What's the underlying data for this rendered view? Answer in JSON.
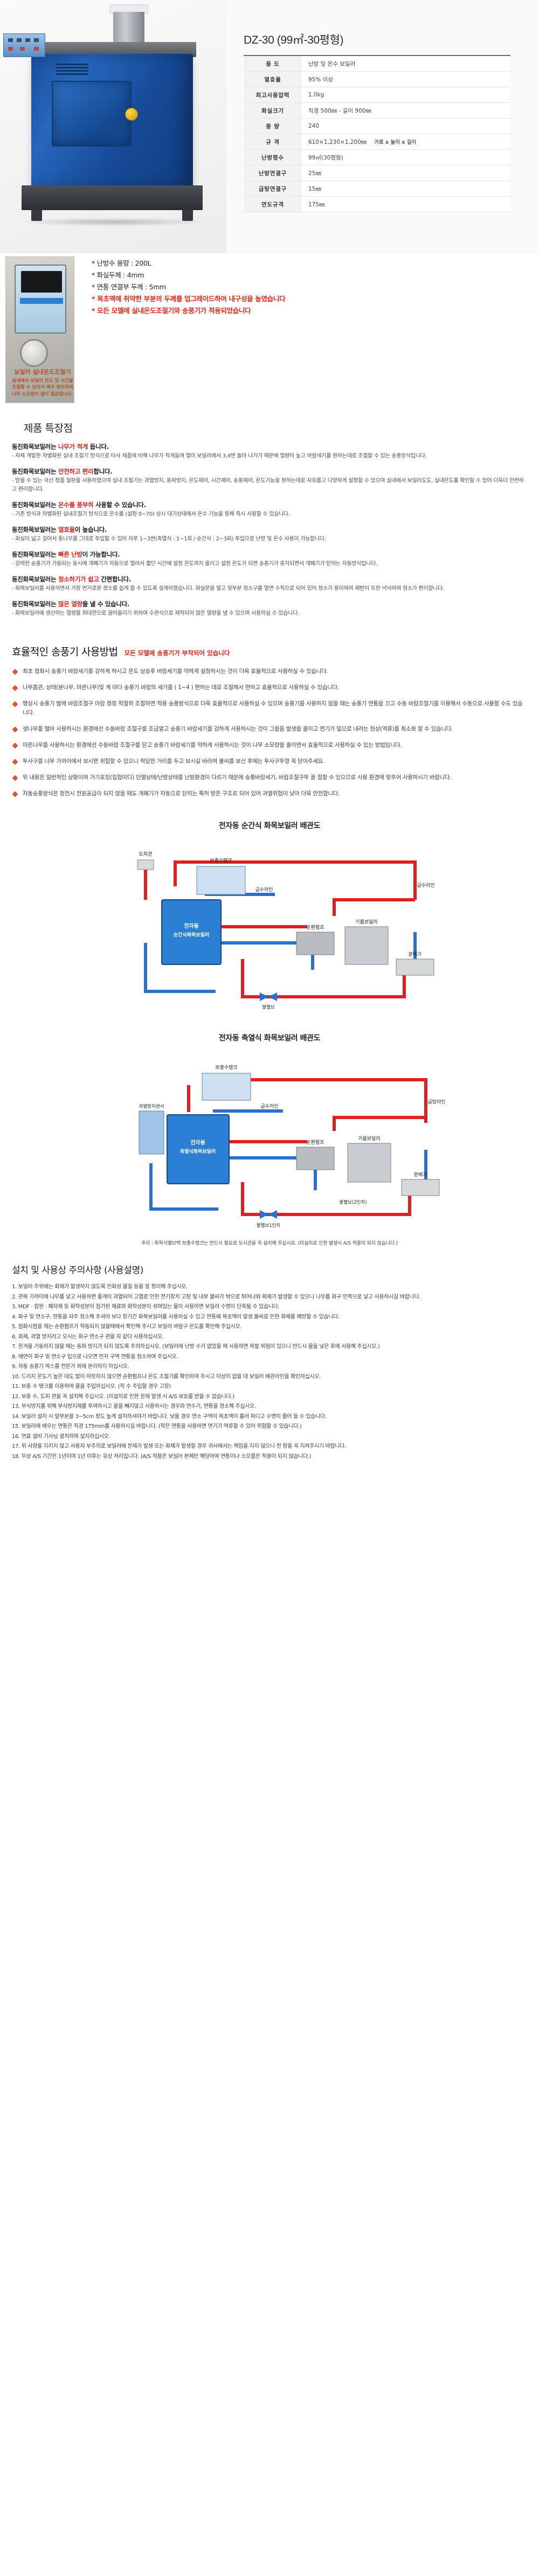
{
  "product": {
    "model_title": "DZ-30 (99㎡-30평형)",
    "spec_rows": [
      {
        "label": "용 도",
        "value": "난방 및 온수 보일러",
        "note": ""
      },
      {
        "label": "열효율",
        "value": "95% 이상",
        "note": ""
      },
      {
        "label": "최고사용압력",
        "value": "1.0kg",
        "note": ""
      },
      {
        "label": "화실크기",
        "value": "직경 500㎜ - 길이 900㎜",
        "note": ""
      },
      {
        "label": "중 량",
        "value": "240",
        "note": ""
      },
      {
        "label": "규 격",
        "value": "610×1,230×1,200㎜",
        "note": "가로 x 높이 x 깊이"
      },
      {
        "label": "난방평수",
        "value": "99㎡(30평형)",
        "note": ""
      },
      {
        "label": "난방연결구",
        "value": "25㎜",
        "note": ""
      },
      {
        "label": "급탕연결구",
        "value": "15㎜",
        "note": ""
      },
      {
        "label": "연도규격",
        "value": "175㎜",
        "note": ""
      }
    ]
  },
  "controller": {
    "caption_big": "보일러 실내온도조절기",
    "caption_rest": "실내에서 보일러 온도 및 시간을 조절할 수 있어서 매우 편리하며 나무 소모량이 많이 절감됩니다."
  },
  "bullets": [
    {
      "text": "* 난방수 용량 : 200L",
      "red": false
    },
    {
      "text": "* 화실두께 : 4mm",
      "red": false
    },
    {
      "text": "* 연통 연결부 두께 : 5mm",
      "red": false
    },
    {
      "text": "* 목초액에 취약한 부분의 두께를 업그레이드하여 내구성을 높였습니다",
      "red": true
    },
    {
      "text": "* 모든 모델에 실내온도조절기와 송풍기가 적용되었습니다",
      "red": true
    }
  ],
  "features_title": "제품 특장점",
  "features": [
    {
      "head_pre": "동진화목보일러는 ",
      "head_em": "나무가 적게",
      "head_post": " 듭니다.",
      "body": "- 자체 개발한 차별화된 실내 조절기 방식으로 타사 제품에 비해 나무가 적게들며 열이 보일러에서 3,4번 돌아 나가기 때문에 열량이 높고 바람세기를 원하는데로 조절할 수 있는 송풍방식입니다."
    },
    {
      "head_pre": "동진화목보일러는 ",
      "head_em": "안전하고 편리",
      "head_post": "합니다.",
      "body": "- 믿을 수 있는 국산 정품 철판을 사용하였으며 실내 조절기는 과열방지, 동파방지, 온도제어, 시간제어, 송풍제어, 온도기능을 원하는데로 자유롭고 다양하게 설정할 수 있으며 실내에서 보일러도도, 실내온도를 확인할 수 있어 더욱더 안전하고 편리합니다."
    },
    {
      "head_pre": "동진화목보일러는 ",
      "head_em": "온수를 풍부히",
      "head_post": " 사용할 수 있습니다.",
      "body": "- 기존 방식과 차별화된 실내조절기 방식으로 온수를 (설정 0~70) 상시 대기상태에서 온수 기능을 통해 즉시 사용할 수 있습니다."
    },
    {
      "head_pre": "동진화목보일러는 ",
      "head_em": "열효율",
      "head_post": "이 높습니다.",
      "body": "- 화실이 넓고 길어서 통나무를 그대로 투입할 수 있어 하루 1~3번(축열식 : 1~1회 / 순간식 : 2~3회) 투입으로 난방 및 온수 사용이 가능합니다."
    },
    {
      "head_pre": "동진화목보일러는 ",
      "head_em": "빠른 난방",
      "head_post": "이 가능합니다.",
      "body": "- 강력한 송풍기가 가동되는 동시에 개폐기가 자동으로 열려서 짧단 시간에 설정 온도까지 올리고 설정 온도가 되면 송풍기가 중지되면서 개폐기가 닫히는 자동방식입니다."
    },
    {
      "head_pre": "동진화목보일러는 ",
      "head_em": "청소하기가 쉽고",
      "head_post": " 간편합니다.",
      "body": "- 화목보일러를 사용하면서 가장 번거로운 청소를 쉽게 할 수 있도록 설계하였습니다. 화실문을 열고 윗부분 청소구를 열면 수직으로 되어 있어 청소가 용이하며 재받이 또한 넉넉하여 청소가 편리합니다."
    },
    {
      "head_pre": "동진화목보일러는 ",
      "head_em": "많은 열량",
      "head_post": "을 낼 수 있습니다.",
      "body": "- 화목보일러에 생산하는 열량을 최대한으로 끌어올리기 위하여 수관식으로 제작되어 많은 열량을 낼 수 있으며 사용하실 수 있습니다."
    }
  ],
  "efficiency": {
    "title": "효율적인 송풍기 사용방법",
    "badge": "모든 모델에 송풍기가 부착되어 있습니다",
    "items": [
      "최초 점화시 송풍기 바람세기를 강하게 하시고 온도 상승후 바람세기를 약하게 설정하시는 것이 더욱 효율적으로 사용하실 수 있습니다.",
      "나무홉관, 상태(분나무, 마른나무)및 계 마다 송풍기 바람의 세기를 ( 1~4 ) 편하는 데로 조절해서 편하고 효율적으로 사용하실 수 있습니다.",
      "명상시 송풍기 발에 바람조절구 마람 정정 적절히 조절하면 적용 송풍방식으로 더욱 효율적으로 사용하실 수 있으며 송풍기를 사용하지 않을 때는 송풍기 연통을 끄고 수동 바람조절기를 이용해서 수동으로 사용할 수도 있습니다.",
      "생나무를 땔어 사용하시는 환경에선 수동바람 조절구를 조금열고 송풍기 바람세기를 강하게 사용하시는 것이 그을음 발생을 줄이고 연기가 덜으로 내려는 현상(역류)를 최소화 할 수 있습니다.",
      "마른나무를 사용하시는 환경에선 수동바람 조절구를 닫고 송풍기 바람세기를 약하게 사용하시는 것이 나무 소모량을 줄이면서 효율적으로 사용하실 수 있는 방법입니다.",
      "투사구를 너무 가까이에서 보시면 위험할 수 있으니 적당한 거리를 두고 보시길 바라며 불씨를 보신 후에는 투사구뚜껑 꼭 닫아주세요.",
      "위 내용은 일반적인 상황이며 가기호칭(집합미디) 단열상태/난방상태를 난방환경이 다르기 때문에 송풍바람세기, 바람조절구뚜 끌 접할 수 있으므로 사용 환경에 맞추어 사용하시기 바랍니다.",
      "자동송풍방식은 정전시 전원공급이 되지 않을 때도 개폐기가 자동으로 닫히는 특허 받은 구조로 되어 있어 과열위험이 낮아 더욱 안전합니다."
    ]
  },
  "diagrams": [
    {
      "title": "전자동 순간식 화목보일러 배관도",
      "labels": {
        "chimney": "도피관",
        "tank": "보충수탱크",
        "supply_line": "급수라인",
        "feed_line": "급수라인",
        "boiler_l1": "전자동",
        "boiler_l2": "순간식화목보일러",
        "circ_pump": "순환펌프",
        "oil_boiler": "기름보일러",
        "distributor": "분배기",
        "valve": "볼밸브"
      }
    },
    {
      "title": "전자동 축열식 화목보일러 배관도",
      "labels": {
        "tank": "보충수탱크",
        "overheat": "과열방지센서",
        "supply_line": "급탕라인",
        "feed_line": "급수라인",
        "boiler_l1": "전자동",
        "boiler_l2": "축열식화목보일러",
        "circ_pump": "순환펌프",
        "oil_boiler": "기름보일러",
        "distributor": "분배기",
        "ball_valve": "볼밸브(2인치)",
        "valve": "볼밸브1인치"
      },
      "note_pre": "주의 : 화목식밸브택 보충수탱크는 반드시 필요로 도시관을 꼭 설치해 주십시요. (미설치로 인한 발생시 A/S 적용이 되지 않습니다.)"
    }
  ],
  "cautions": {
    "title": "설치 및 사용상 주의사항 (사용설명)",
    "items": [
      "1. 보일러 주위에는 화재가 발생하지 않도록 인화성 물질 등을 잘 정리해 주십시오.",
      "2. 관목 가까이에 나무를 넣고 사용하면 좋게이 과열되어 고열로 인한 전기장치 고장 및 내부 불씨가 밖으로 튀어나와 화재가 발생할 수 있으니 나무를 화구 안쪽으로 넣고 사용하시길 바랍니다.",
      "3. MDF · 합판 · 폐자재 등 화학성분이 첨가된 재료와 화학성분이 섞여있는 물이 사용하면 보일러 수명이 단축될 수 있습니다.",
      "4. 화구 및 연소구, 연통을 자주 청소해 주셔야 보다 장기간 화목보일러를 사용하실 수 있고 연통에 목초액이 발생 불씨로 인한 화재를 예방할 수 있습니다.",
      "5. 점화시점을 제는 순환펌프가 작동되지 않을때에서 확인해 주시고 보일러 바람구 온도를 확인해 주십시오.",
      "6. 화재, 과열 방지라고 오시는 화구 연소구 관을 자 같다 사용하십시오.",
      "7. 한겨울 가동하지 않을 때는 동파 방지가 되지 않도록 주의하십시오. (보일러에 난방 수가 없었을 때 사용하면 목발 위험이 있으니 반드시 물을 넣은 후에 사용해 주십시오.)",
      "8. 애연이 화구 및 연소구 입으로 나오면 먼저 구역 연통을 청소하여 주십시오.",
      "9. 자동 송풍기 박스를 전문가 외에 분리하지 마십시오.",
      "10. 드리지 온도기 높은 대도 발이 따뜻하지 않으면 순환펌프나 온도 조절기를 확인하여 주시고 이상이 없을 대 보일러 배관라인을 확인하십시오.",
      "11. 보충 수 탱크를 이용하여 물을 주입하십시오. (직 수 주입할 경우 고장)",
      "12. 보충 수, 도피 관을 꼭 설치해 주십시오. (미설치로 인한 문제 발생 시 A/S 보호를 받을 수 없습니다.)",
      "13. 부식방지를 위해 부식방지제를 투여하시고 물을 빼지않고 사용하시는 경우와 연수기, 연통을 청소해 주십시오.",
      "14. 보일러 설치 시 앞부분을 3~5cm 정도 높게 설치하셔야기 바랍니다. 낮을 경우 연소 구역이 목초액이 흘러 파디고 수명이 줄어 들 수 있습니다.",
      "15. 보일러에 배우는 연통은 직경 175mm를 사용하시길 바랍니다. (작은 연통을 사용하면 연기가 역류할 수 있어 위험할 수 있습니다.)",
      "16. 연료 설비 기사님 설치하여 설치하십시오.",
      "17. 위 사항을 지키지 않고 사용자 부주의로 보일러에 문제가 발생 또는 화재가 발생할 경우 귀사에서는 책임을 지지 않으니 전 항을 꼭 지켜주시기 바랍니다.",
      "18. 무상 A/S 기간은 1년이며 1년 이후는 유상 처리입니다. (A/S 적용은 보일러 본체만 해당하여 연통이나 소모품은 적용이 되지 않습니다.)"
    ]
  },
  "colors": {
    "red": "#d9241b",
    "blue_boiler": "#1a4f9e",
    "orange_bullet": "#e8532a",
    "pipe_red": "#e02020",
    "pipe_blue": "#2b6fd1"
  }
}
